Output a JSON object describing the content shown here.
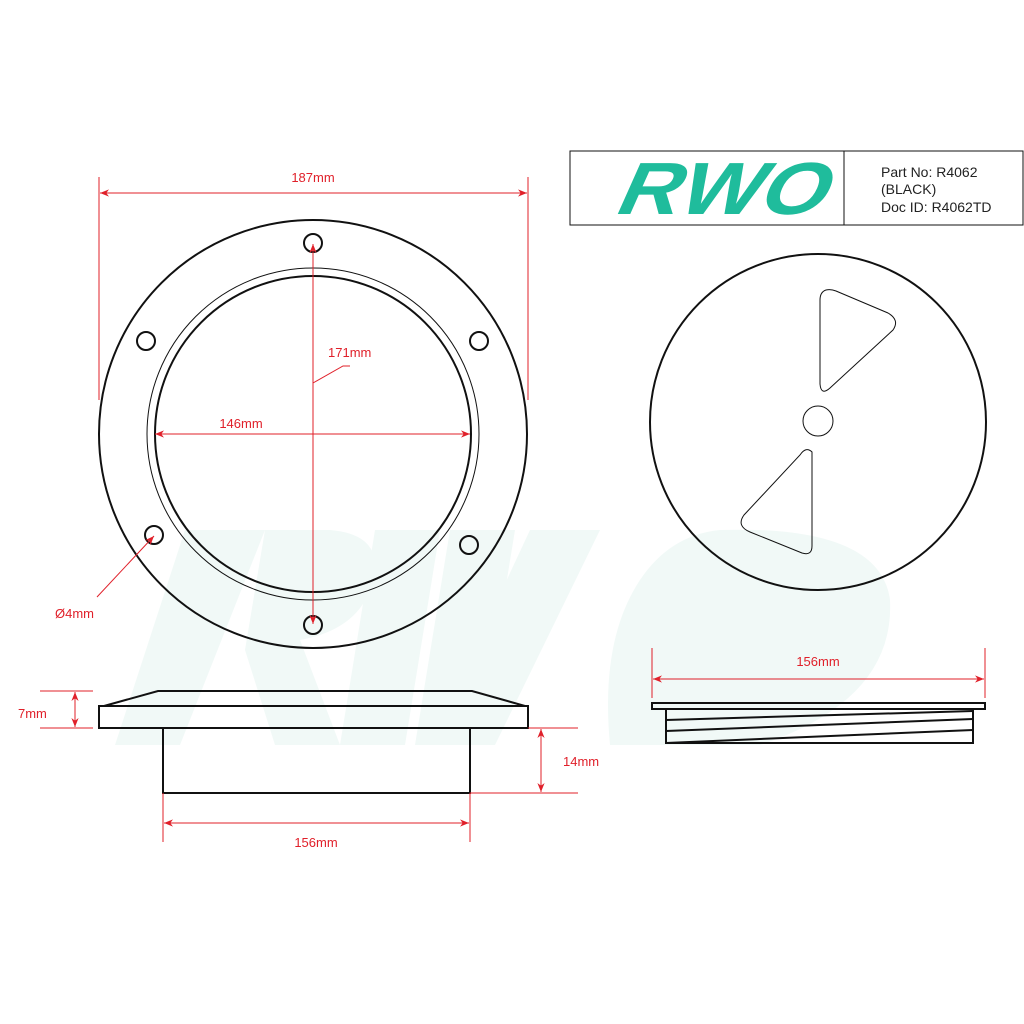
{
  "logo": {
    "text": "RWO",
    "color": "#1fbc9c"
  },
  "watermark": {
    "text": "RWO"
  },
  "title_block": {
    "part_no": "Part No: R4062",
    "variant": "(BLACK)",
    "doc_id": "Doc ID: R4062TD"
  },
  "dimensions": {
    "outer_diameter": "187mm",
    "hole_circle": "171mm",
    "inner_diameter": "146mm",
    "hole_size": "Ø4mm",
    "flange_height": "7mm",
    "body_height": "14mm",
    "body_diameter": "156mm",
    "lid_diameter": "156mm"
  },
  "colors": {
    "dimension": "#e0202a",
    "line": "#111111"
  }
}
